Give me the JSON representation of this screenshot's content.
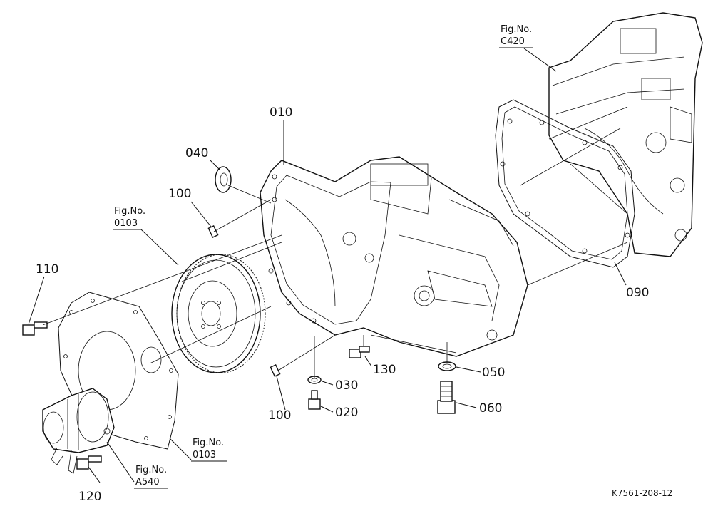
{
  "callouts": [
    {
      "id": "010",
      "text": "010"
    },
    {
      "id": "040",
      "text": "040"
    },
    {
      "id": "100a",
      "text": "100"
    },
    {
      "id": "100b",
      "text": "100"
    },
    {
      "id": "110",
      "text": "110"
    },
    {
      "id": "120",
      "text": "120"
    },
    {
      "id": "130",
      "text": "130"
    },
    {
      "id": "030",
      "text": "030"
    },
    {
      "id": "020",
      "text": "020"
    },
    {
      "id": "050",
      "text": "050"
    },
    {
      "id": "060",
      "text": "060"
    },
    {
      "id": "090",
      "text": "090"
    }
  ],
  "fig_refs": [
    {
      "id": "c420",
      "label": "Fig.No.",
      "number": "C420"
    },
    {
      "id": "0103a",
      "label": "Fig.No.",
      "number": "0103"
    },
    {
      "id": "0103b",
      "label": "Fig.No.",
      "number": "0103"
    },
    {
      "id": "a540",
      "label": "Fig.No.",
      "number": "A540"
    }
  ],
  "drawing_code": "K7561-208-12"
}
